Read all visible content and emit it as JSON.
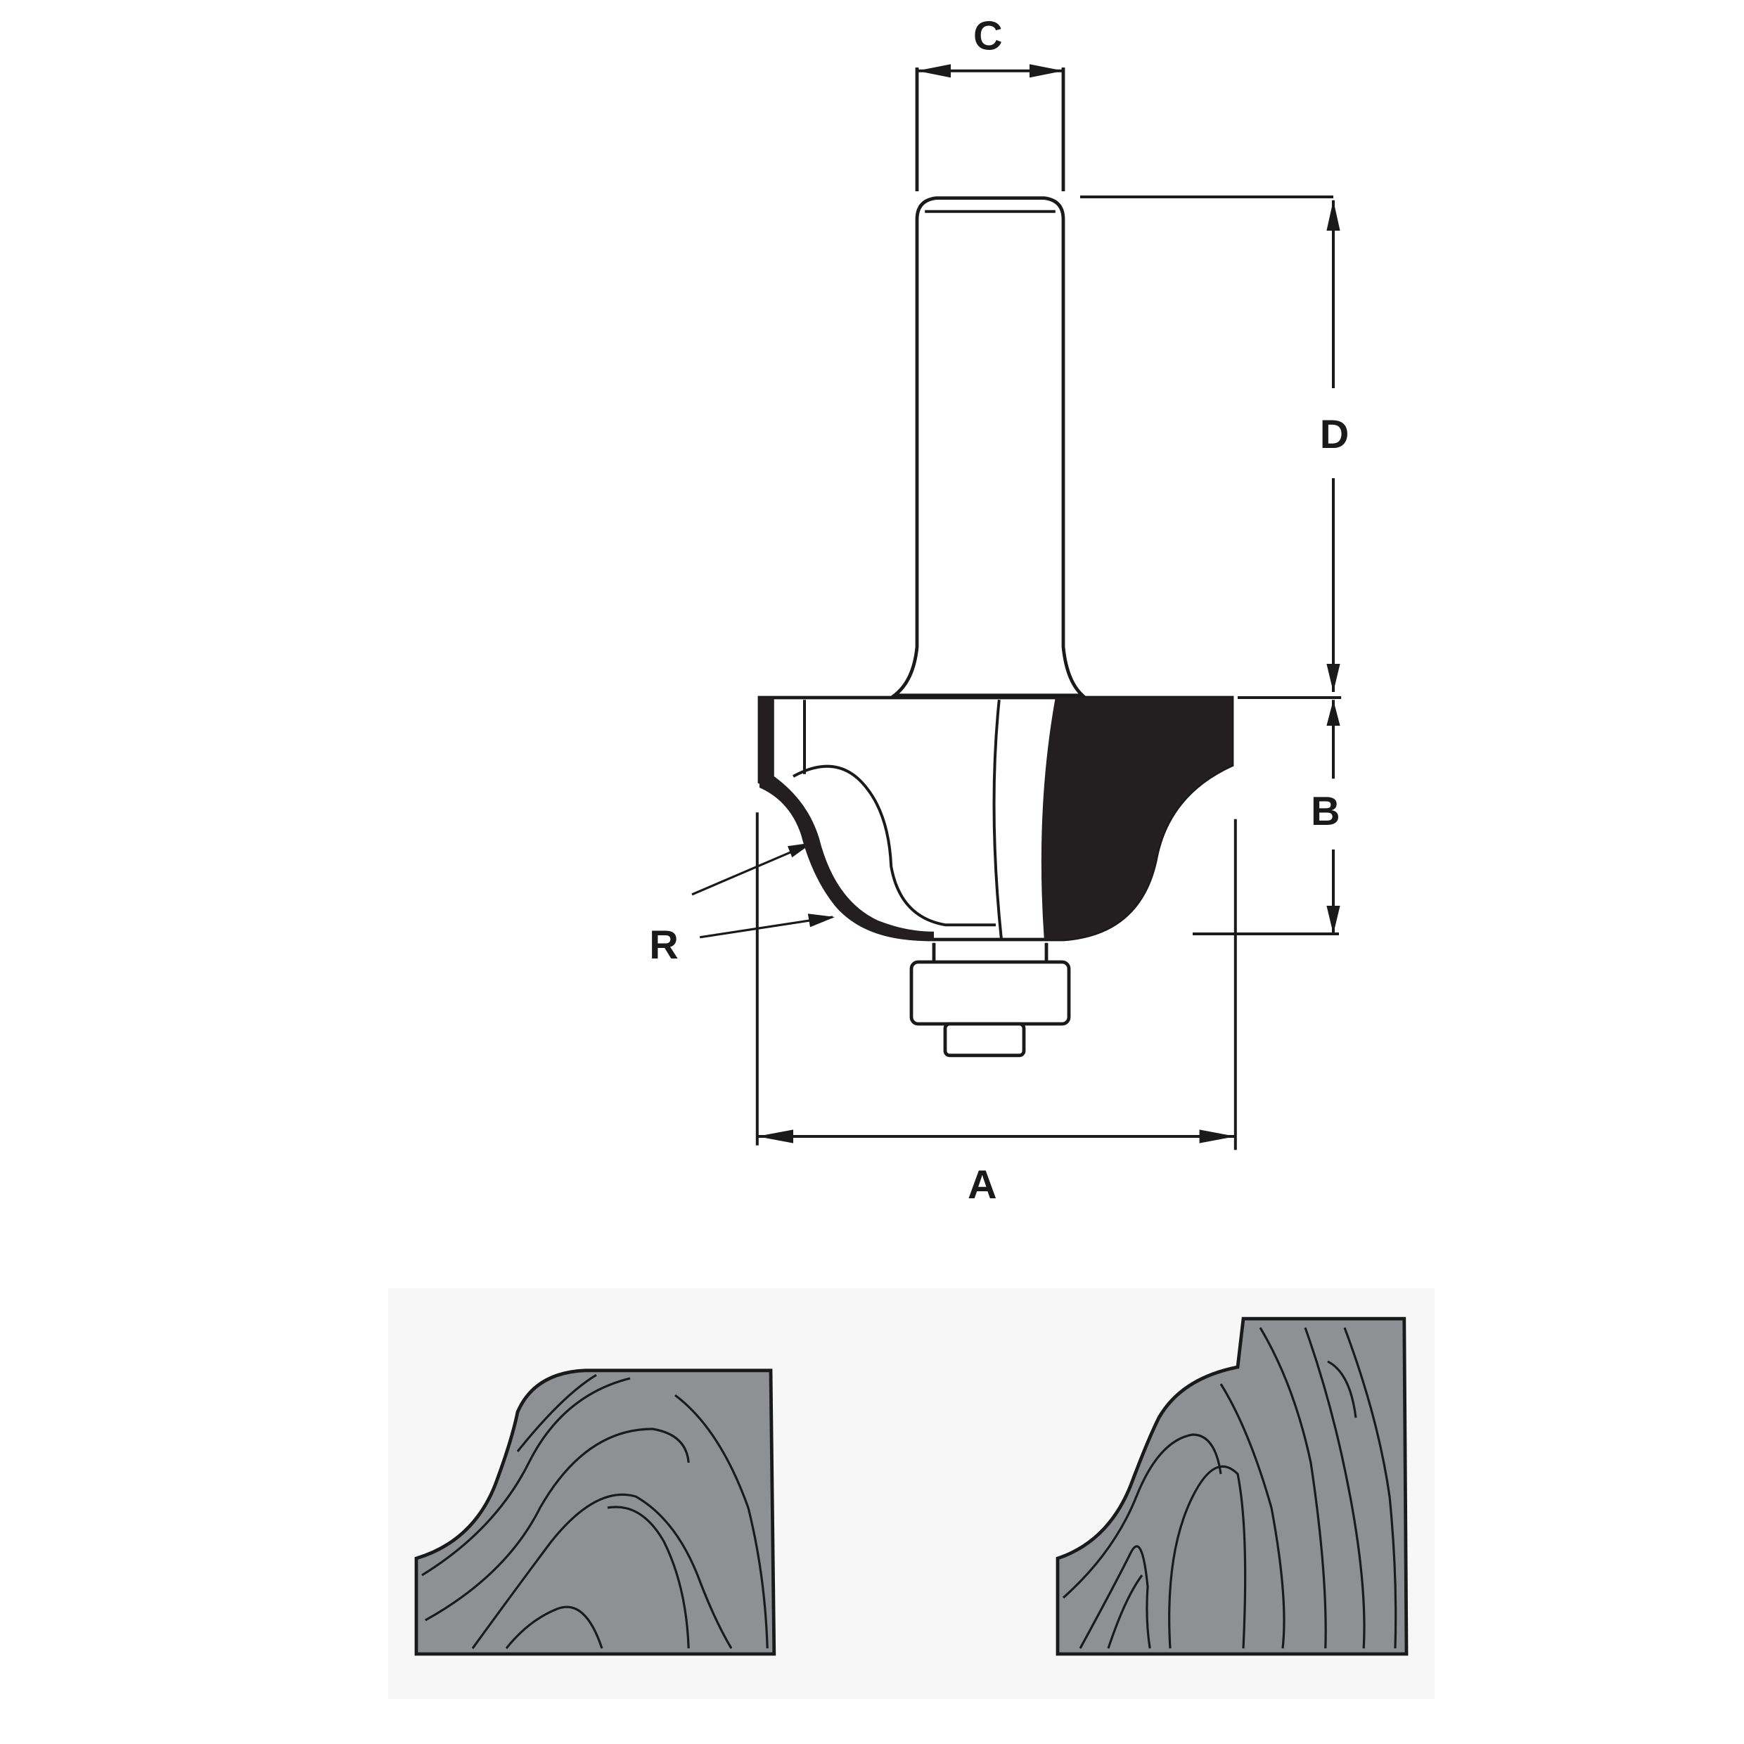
{
  "diagram": {
    "subject": "router bit with bearing — roman ogee / classical profile",
    "colors": {
      "ink": "#1a1a1a",
      "carbide": "#231f20",
      "wood_fill": "#8e9094",
      "wood_panel_bg": "#f7f7f7",
      "background": "#ffffff"
    },
    "dimension_labels": {
      "shank_diameter": "C",
      "shank_length": "D",
      "cutting_height": "B",
      "cutting_diameter": "A",
      "radius": "R"
    },
    "profiles": [
      {
        "name": "profile-single-step",
        "description": "wood section profile cut without top fillet"
      },
      {
        "name": "profile-with-fillet",
        "description": "wood section profile cut with raised top step"
      }
    ]
  }
}
